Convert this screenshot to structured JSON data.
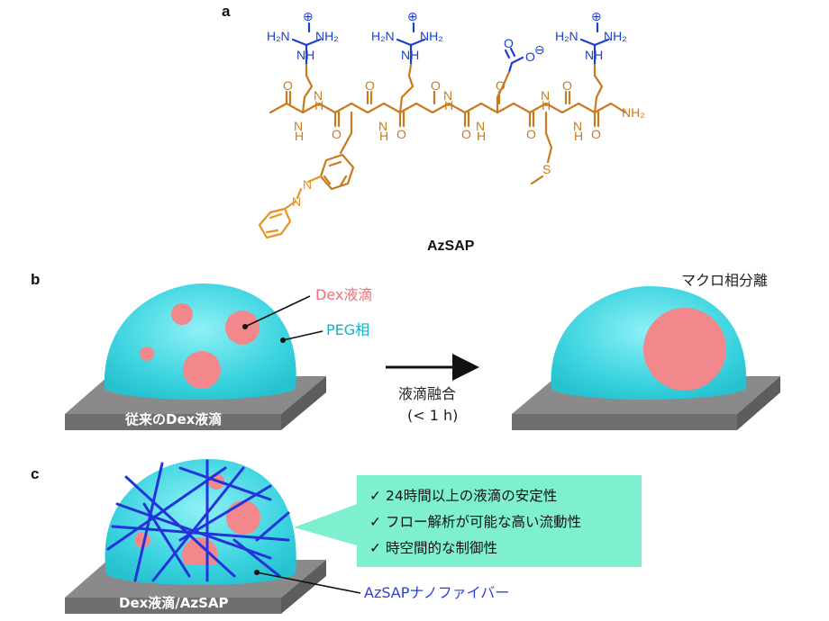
{
  "panels": {
    "a": "a",
    "b": "b",
    "c": "c"
  },
  "molecule": {
    "name": "AzSAP",
    "charge_plus": "⊕",
    "charge_minus": "⊖",
    "amine_left": "H₂N",
    "amine_right": "NH₂",
    "nh": "NH",
    "h": "H",
    "n": "N",
    "o": "O",
    "s": "S",
    "terminal_amide": "NH₂"
  },
  "panel_b": {
    "label_dex": "Dex液滴",
    "label_peg": "PEG相",
    "label_base": "従来のDex液滴",
    "arrow_text": "液滴融合",
    "arrow_sub": "(< 1 h)",
    "label_macro": "マクロ相分離"
  },
  "panel_c": {
    "label_base": "Dex液滴/AzSAP",
    "features": [
      "24時間以上の液滴の安定性",
      "フロー解析が可能な高い流動性",
      "時空間的な制御性"
    ],
    "check_mark": "✓",
    "label_fiber": "AzSAPナノファイバー"
  },
  "colors": {
    "nitrogen_blue": "#1a3fd6",
    "backbone_orange": "#c97a1e",
    "droplet_cyan": "#3ad3df",
    "dex_pink": "#f2878c",
    "slab_gray": "#7e7e7e",
    "callout_mint": "#7ef0cf",
    "fiber_blue": "#2233d9"
  }
}
